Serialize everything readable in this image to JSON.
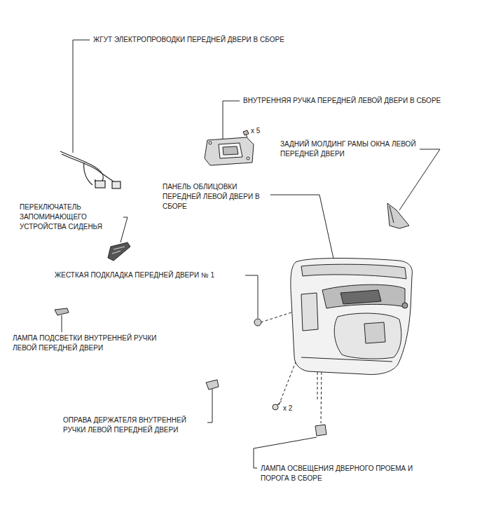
{
  "diagram": {
    "labels": [
      "ЖГУТ ЭЛЕКТРОПРОВОДКИ ПЕРЕДНЕЙ ДВЕРИ В СБОРЕ",
      "ВНУТРЕННЯЯ РУЧКА ПЕРЕДНЕЙ ЛЕВОЙ ДВЕРИ В СБОРЕ",
      "x 5",
      "ЗАДНИЙ МОЛДИНГ РАМЫ ОКНА ЛЕВОЙ ПЕРЕДНЕЙ ДВЕРИ",
      "ПАНЕЛЬ ОБЛИЦОВКИ ПЕРЕДНЕЙ ЛЕВОЙ ДВЕРИ В СБОРЕ",
      "ПЕРЕКЛЮЧАТЕЛЬ ЗАПОМИНАЮЩЕГО УСТРОЙСТВА СИДЕНЬЯ",
      "ЖЕСТКАЯ ПОДКЛАДКА ПЕРЕДНЕЙ ДВЕРИ № 1",
      "ЛАМПА ПОДСВЕТКИ ВНУТРЕННЕЙ РУЧКИ ЛЕВОЙ ПЕРЕДНЕЙ ДВЕРИ",
      "ОПРАВА ДЕРЖАТЕЛЯ ВНУТРЕННЕЙ РУЧКИ ЛЕВОЙ ПЕРЕДНЕЙ ДВЕРИ",
      "x 2",
      "ЛАМПА ОСВЕЩЕНИЯ ДВЕРНОГО ПРОЕМА И ПОРОГА В СБОРЕ"
    ]
  }
}
